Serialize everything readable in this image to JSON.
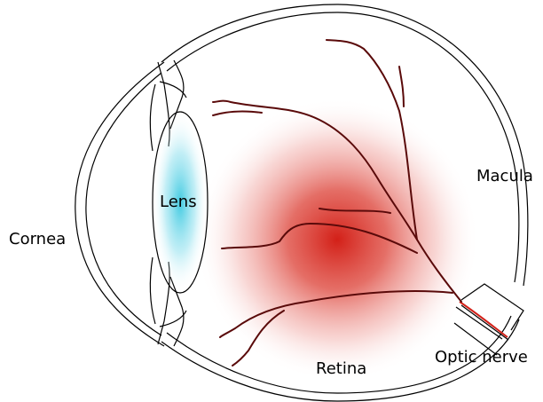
{
  "labels": {
    "cornea": "Cornea",
    "lens": "Lens",
    "macula": "Macula",
    "retina": "Retina",
    "optic_nerve": "Optic nerve"
  },
  "colors": {
    "vessel": "#5a0a0a",
    "macula_center": "#d32018",
    "lens_tint": "#38c8e0",
    "outline": "#000000",
    "background": "#ffffff"
  }
}
